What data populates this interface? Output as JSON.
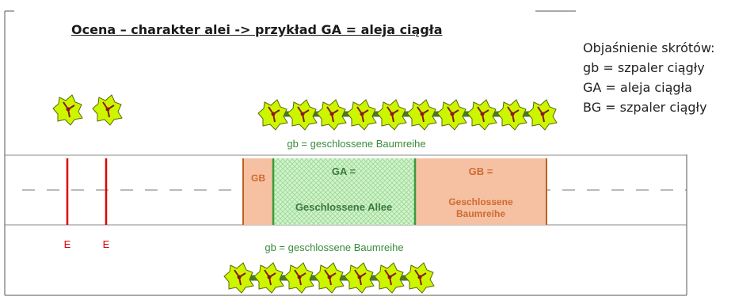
{
  "title": "Ocena – charakter alei -> przykład GA = aleja ciągła",
  "legend": {
    "heading": "Objaśnienie skrótów:",
    "items": [
      "gb = szpaler ciągły",
      "GA = aleja ciągła",
      "BG = szpaler ciągły"
    ]
  },
  "labels": {
    "row_top": "gb = geschlossene Baumreihe",
    "row_bottom": "gb = geschlossene Baumreihe",
    "gb_small": "GB",
    "ga_line1": "GA =",
    "ga_line2": "Geschlossene Allee",
    "gb_right_line1": "GB =",
    "gb_right_line2": "Geschlossene",
    "gb_right_line3": "Baumreihe",
    "e_left": "E",
    "e_right": "E"
  },
  "colors": {
    "tree_fill": "#ccf500",
    "tree_trunk": "#8b1a1a",
    "row_bar": "#4a7a2a",
    "marker_red": "#e00000",
    "gb_stripe": "#f0a070",
    "gb_border": "#c06020",
    "gb_text": "#d06a30",
    "ga_fill": "#c8f0c0",
    "ga_border": "#3a9a3a",
    "ga_text": "#3a7a3a",
    "row_text": "#3a8a3a"
  }
}
